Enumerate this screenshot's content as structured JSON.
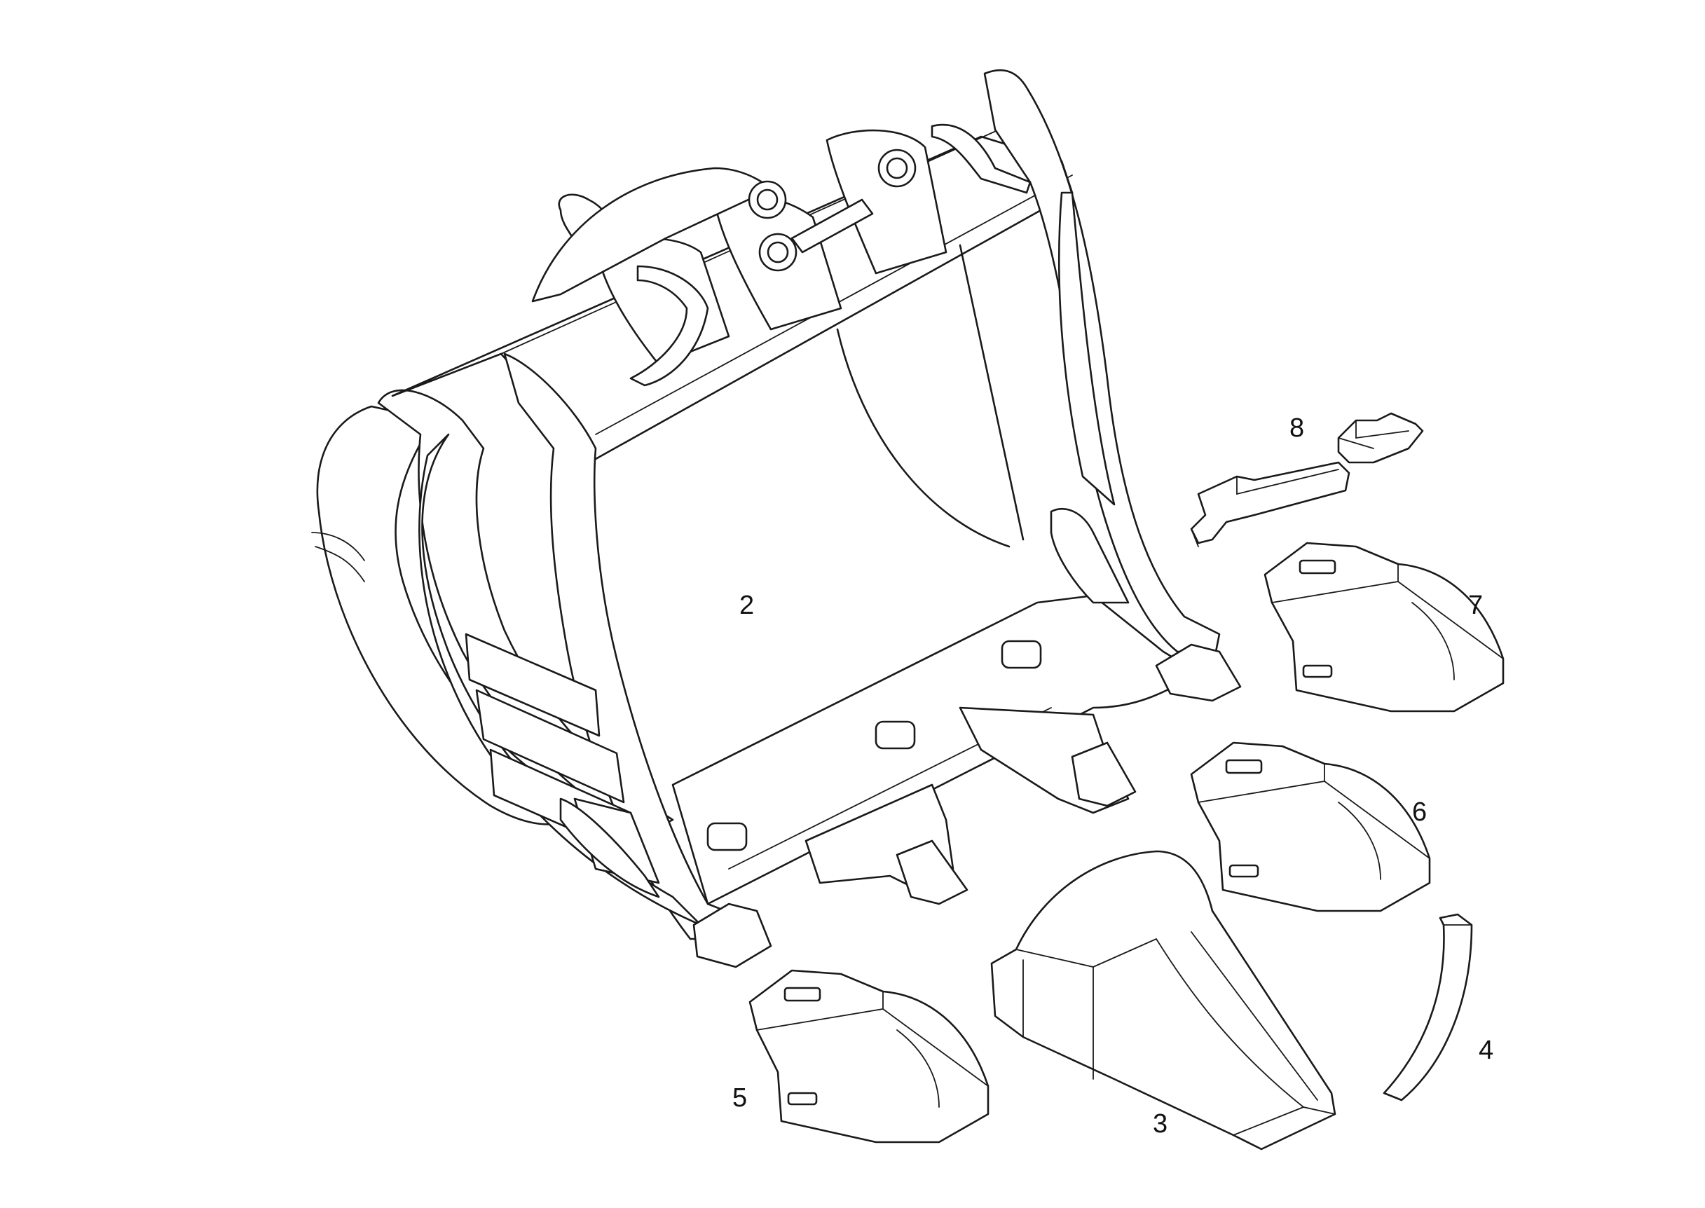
{
  "callouts": {
    "c2": "2",
    "c3": "3",
    "c4": "4",
    "c5": "5",
    "c6": "6",
    "c7": "7",
    "c8": "8"
  },
  "colors": {
    "line": "#1a1a1a",
    "background": "#ffffff"
  }
}
